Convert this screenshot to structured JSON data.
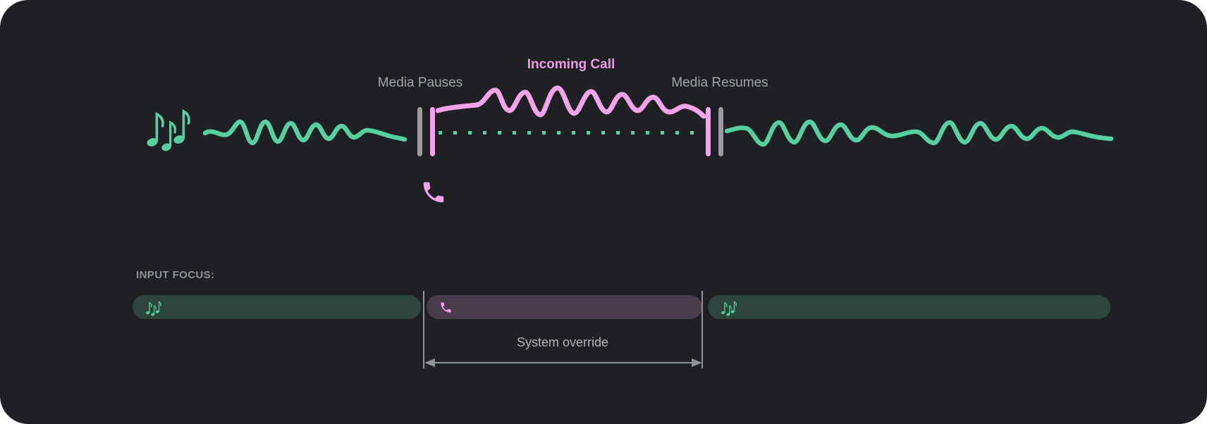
{
  "colors": {
    "card_background": "#1f2023",
    "media_green": "#57d0a1",
    "media_green_dim": "#2d453b",
    "call_pink": "#f2a3ea",
    "call_purple_dim": "#4a3b4d",
    "label_gray": "#a1a5a9",
    "marker_gray": "#9b9b9b"
  },
  "timeline": {
    "media_pauses_label": "Media Pauses",
    "incoming_call_label": "Incoming Call",
    "media_resumes_label": "Media Resumes",
    "icons": {
      "media": "music-notes",
      "call": "phone"
    }
  },
  "input_focus": {
    "heading": "INPUT FOCUS:",
    "segments": [
      {
        "name": "media-before-call",
        "icon": "music-notes"
      },
      {
        "name": "incoming-call",
        "icon": "phone"
      },
      {
        "name": "media-after-call",
        "icon": "music-notes"
      }
    ],
    "system_override_label": "System override"
  }
}
